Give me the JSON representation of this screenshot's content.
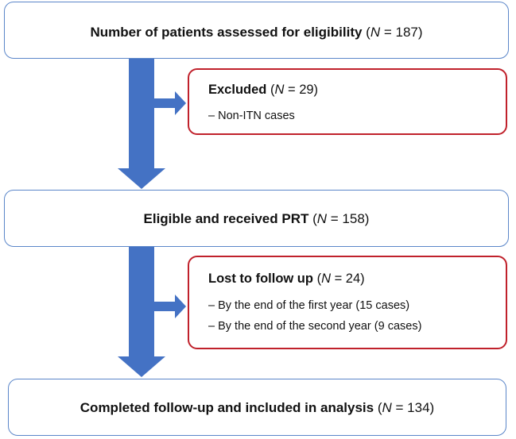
{
  "assessed": {
    "label": "Number of patients assessed for eligibility",
    "n_label": "N",
    "n_value": "= 187)"
  },
  "excluded": {
    "label": "Excluded",
    "n_label": "N",
    "n_value": "= 29)",
    "items": [
      "Non-ITN cases"
    ]
  },
  "eligible": {
    "label": "Eligible and received PRT",
    "n_label": "N",
    "n_value": "= 158)"
  },
  "lost": {
    "label": "Lost to follow up",
    "n_label": "N",
    "n_value": "= 24)",
    "items": [
      "By the end of the first year (15 cases)",
      "By the end of the second year (9 cases)"
    ]
  },
  "completed": {
    "label": "Completed follow-up and included in analysis",
    "n_label": "N",
    "n_value": "= 134)"
  },
  "bullet": "–",
  "open_paren": "(",
  "colors": {
    "arrow": "#4472c4",
    "main_border": "#5b86c9",
    "side_border": "#c0212b"
  }
}
